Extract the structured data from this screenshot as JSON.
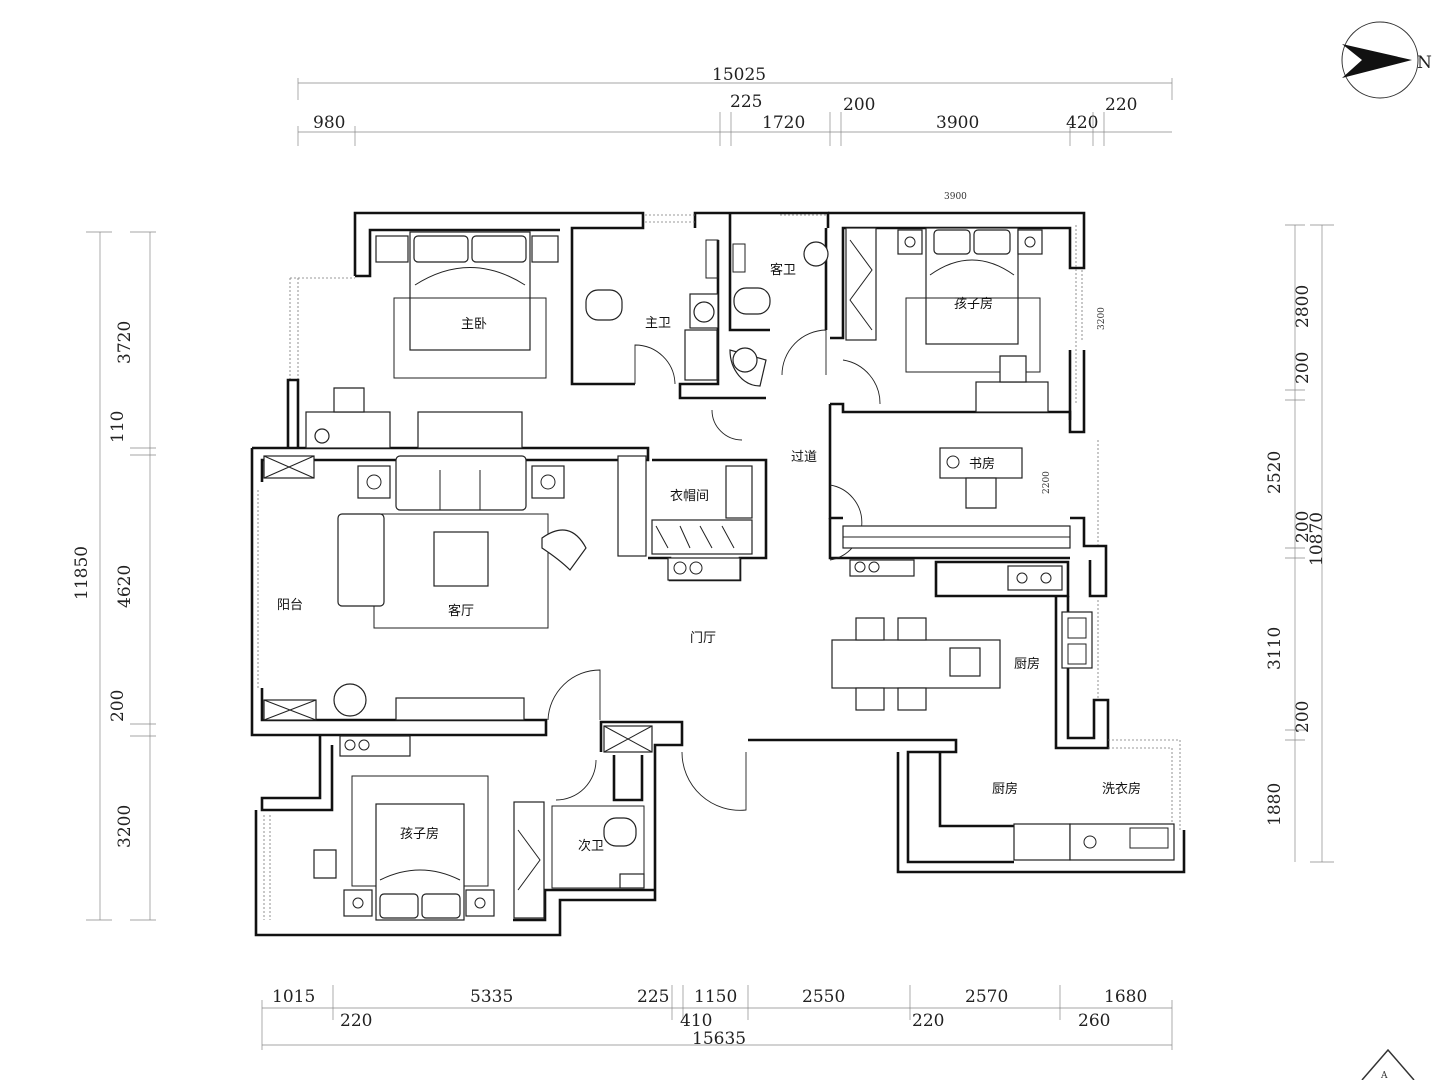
{
  "north_label": "N",
  "rooms": {
    "master_bedroom": "主卧",
    "master_bath": "主卫",
    "guest_bath": "客卫",
    "kids_room_north": "孩子房",
    "study": "书房",
    "corridor": "过道",
    "cloakroom": "衣帽间",
    "living_room": "客厅",
    "balcony": "阳台",
    "foyer": "门厅",
    "kitchen_island": "厨房",
    "kids_room_south": "孩子房",
    "second_bath": "次卫",
    "kitchen": "厨房",
    "laundry": "洗衣房"
  },
  "dimensions": {
    "top_total": "15025",
    "top_225": "225",
    "top_200": "200",
    "top_220": "220",
    "top_980": "980",
    "top_1720": "1720",
    "top_3900": "3900",
    "top_420": "420",
    "inner_3900": "3900",
    "inner_3200": "3200",
    "inner_2200": "2200",
    "left_total": "11850",
    "left_3720": "3720",
    "left_110": "110",
    "left_4620": "4620",
    "left_200": "200",
    "left_3200": "3200",
    "right_total": "10870",
    "right_2800": "2800",
    "right_200a": "200",
    "right_2520": "2520",
    "right_200b": "200",
    "right_3110": "3110",
    "right_200c": "200",
    "right_1880": "1880",
    "bottom_1015": "1015",
    "bottom_5335": "5335",
    "bottom_225": "225",
    "bottom_1150": "1150",
    "bottom_2550": "2550",
    "bottom_2570": "2570",
    "bottom_1680": "1680",
    "bottom_220a": "220",
    "bottom_410": "410",
    "bottom_220b": "220",
    "bottom_260": "260",
    "bottom_total": "15635"
  }
}
